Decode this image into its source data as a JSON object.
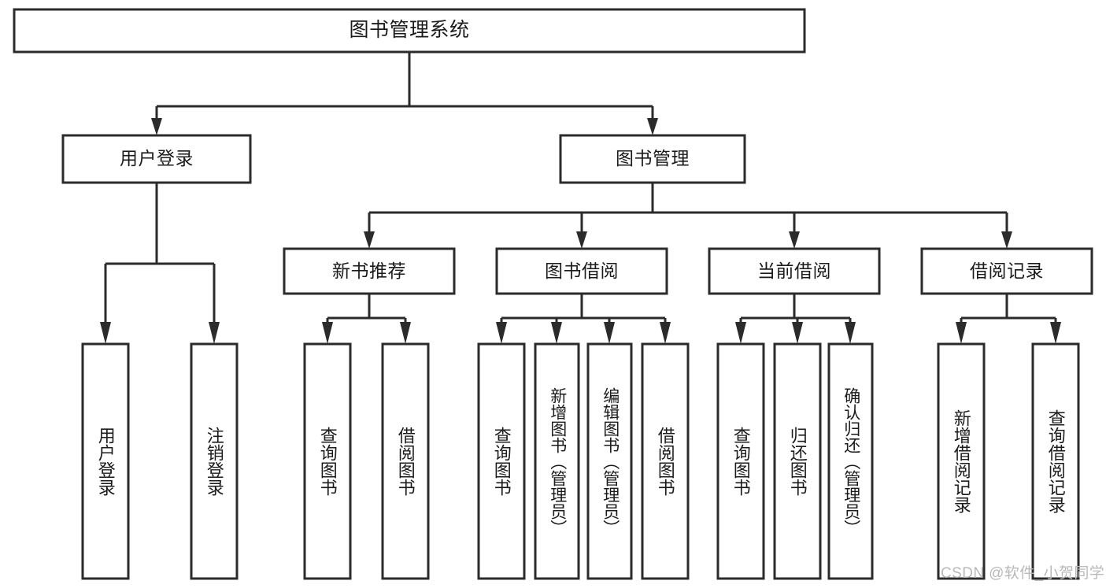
{
  "diagram": {
    "type": "hierarchy-tree",
    "title": "图书管理系统",
    "watermark": "CSDN @软件_小贺同学",
    "colors": {
      "background": "#ffffff",
      "stroke": "#2b2b2b",
      "text": "#1b1b1b",
      "watermark": "#b9b9b9"
    },
    "levels": {
      "root": "图书管理系统",
      "level2": [
        "用户登录",
        "图书管理"
      ],
      "level3": [
        "新书推荐",
        "图书借阅",
        "当前借阅",
        "借阅记录"
      ]
    },
    "nodes": {
      "root": {
        "label": "图书管理系统"
      },
      "user_login": {
        "label": "用户登录"
      },
      "book_manage": {
        "label": "图书管理"
      },
      "new_book_rec": {
        "label": "新书推荐"
      },
      "book_borrow": {
        "label": "图书借阅"
      },
      "current_borrow": {
        "label": "当前借阅"
      },
      "borrow_record": {
        "label": "借阅记录"
      },
      "leaf_1": {
        "label": "用户登录"
      },
      "leaf_2": {
        "label": "注销登录"
      },
      "leaf_3": {
        "label": "查询图书"
      },
      "leaf_4": {
        "label": "借阅图书"
      },
      "leaf_5": {
        "label": "查询图书"
      },
      "leaf_6": {
        "label": "新增图书（管理员）"
      },
      "leaf_7": {
        "label": "编辑图书（管理员）"
      },
      "leaf_8": {
        "label": "借阅图书"
      },
      "leaf_9": {
        "label": "查询图书"
      },
      "leaf_10": {
        "label": "归还图书"
      },
      "leaf_11": {
        "label": "确认归还（管理员）"
      },
      "leaf_12": {
        "label": "新增借阅记录"
      },
      "leaf_13": {
        "label": "查询借阅记录"
      }
    },
    "edges": [
      {
        "from": "root",
        "to": "user_login"
      },
      {
        "from": "root",
        "to": "book_manage"
      },
      {
        "from": "user_login",
        "to": "leaf_1"
      },
      {
        "from": "user_login",
        "to": "leaf_2"
      },
      {
        "from": "book_manage",
        "to": "new_book_rec"
      },
      {
        "from": "book_manage",
        "to": "book_borrow"
      },
      {
        "from": "book_manage",
        "to": "current_borrow"
      },
      {
        "from": "book_manage",
        "to": "borrow_record"
      },
      {
        "from": "new_book_rec",
        "to": "leaf_3"
      },
      {
        "from": "new_book_rec",
        "to": "leaf_4"
      },
      {
        "from": "book_borrow",
        "to": "leaf_5"
      },
      {
        "from": "book_borrow",
        "to": "leaf_6"
      },
      {
        "from": "book_borrow",
        "to": "leaf_7"
      },
      {
        "from": "book_borrow",
        "to": "leaf_8"
      },
      {
        "from": "current_borrow",
        "to": "leaf_9"
      },
      {
        "from": "current_borrow",
        "to": "leaf_10"
      },
      {
        "from": "current_borrow",
        "to": "leaf_11"
      },
      {
        "from": "borrow_record",
        "to": "leaf_12"
      },
      {
        "from": "borrow_record",
        "to": "leaf_13"
      }
    ]
  }
}
